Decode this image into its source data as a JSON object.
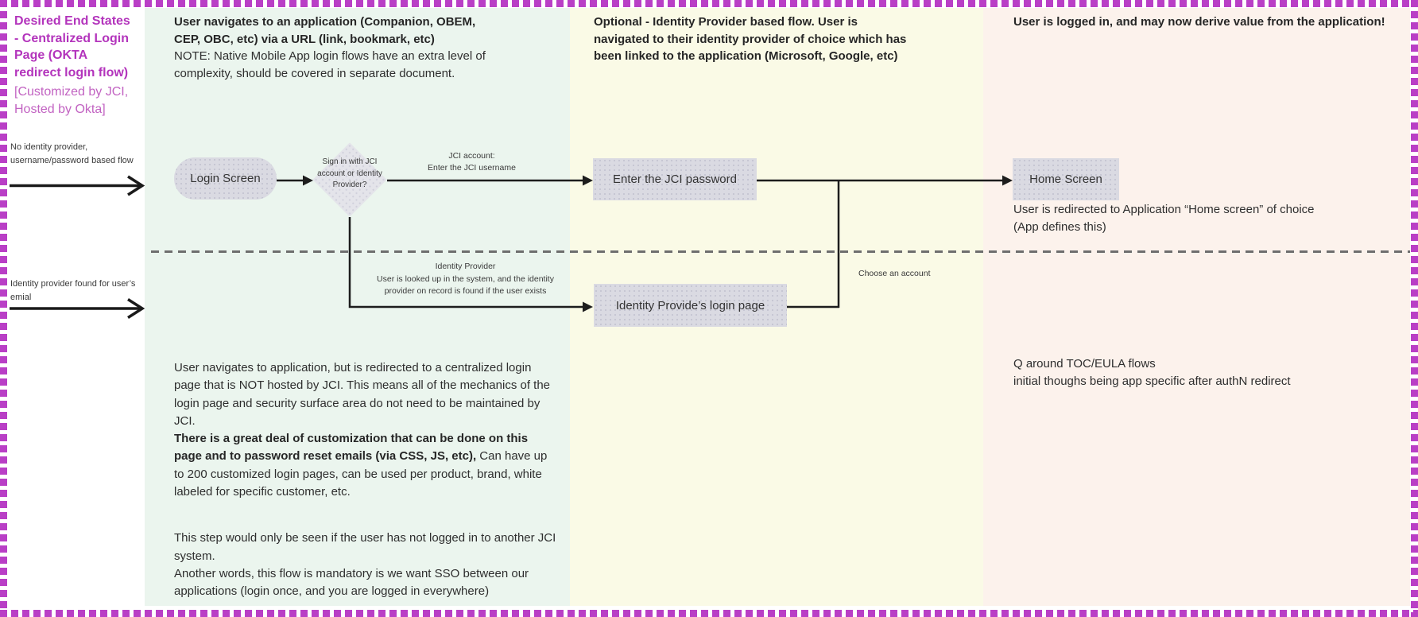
{
  "colors": {
    "frame_border": "#b93fc6",
    "title_magenta": "#b334bc",
    "subtitle_magenta": "#c263c2",
    "lane_mint": "#ebf5ee",
    "lane_yellow": "#fafae6",
    "lane_pink": "#fcf2ec",
    "shape_fill": "#dadae2",
    "connector": "#1d1d1d"
  },
  "left_panel": {
    "title": "Desired End States - Centralized Login Page (OKTA redirect login flow)",
    "subtitle": "[Customized by JCI, Hosted by Okta]",
    "arrow_label_1": "No identity provider, username/password based flow",
    "arrow_label_2": "Identity provider found for user’s emial"
  },
  "mint": {
    "header": "User navigates to an application (Companion, OBEM, CEP, OBC, etc) via a URL (link, bookmark, etc)",
    "note": "NOTE: Native Mobile App login flows have an extra level of complexity, should be covered in separate document.",
    "login_screen": "Login Screen",
    "decision": "Sign in with JCI account or Identity Provider?",
    "jci_edge_line1": "JCI account:",
    "jci_edge_line2": "Enter the JCI username",
    "body_p1": "User navigates to application, but is redirected to a centralized login page that is NOT hosted by JCI. This means all of the mechanics of the login page and security surface area do not need to be maintained by JCI.",
    "body_p2_bold": "There is a great deal of customization that can be done on this page and to password reset emails (via CSS, JS, etc),",
    "body_p2_rest": " Can have up to 200 customized login pages, can be used per product, brand, white labeled for specific customer, etc.",
    "body_p3": "This step would only be seen if the user has not logged in to another JCI system.",
    "body_p4": "Another words, this flow is mandatory is we want SSO between our applications (login once, and you are logged in everywhere)"
  },
  "yellow": {
    "header": "Optional - Identity Provider based flow. User is navigated to their identity provider of choice which has been linked to the application (Microsoft, Google, etc)",
    "password_box": "Enter the JCI password",
    "identity_box": "Identity Provide’s login page",
    "lookup_label_title": "Identity Provider",
    "lookup_label_desc": "User is looked up in the system, and the identity provider on record is found if the user exists",
    "choose_account": "Choose an account"
  },
  "pink": {
    "header": "User is logged in, and may now derive value from the application!",
    "home_box": "Home Screen",
    "redirect_note": "User is redirected to Application “Home screen” of choice (App defines this)",
    "q_note_line1": "Q around TOC/EULA flows",
    "q_note_line2": "initial thoughs being app specific after authN redirect"
  }
}
